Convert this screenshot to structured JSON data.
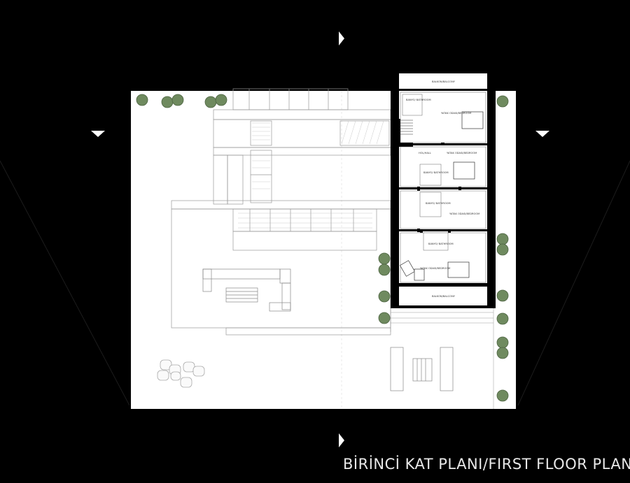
{
  "title": "BİRİNCİ KAT PLANI/FIRST FLOOR PLAN",
  "room_labels": {
    "balcony_top": "BALKON/BALCONY",
    "bathroom_1": "BANYO/ BATHROOM",
    "bedroom_1": "YATAK ODASI/BEDROOM",
    "hall": "HOL/HALL",
    "bedroom_2": "YATAK ODASI/BEDROOM",
    "bathroom_2": "BANYO/ BATHROOM",
    "bathroom_3": "BANYO/ BATHROOM",
    "bedroom_3": "YATAK ODASI/BEDROOM",
    "bathroom_4": "BANYO/ BATHROOM",
    "bedroom_4": "YATAK ODASI/BEDROOM",
    "balcony_bottom": "BALKON/BALCONY"
  },
  "colors": {
    "background": "#000000",
    "site": "#ffffff",
    "walls": "#000000",
    "tree": "#6f8a5f",
    "line": "#9a9a9a"
  }
}
